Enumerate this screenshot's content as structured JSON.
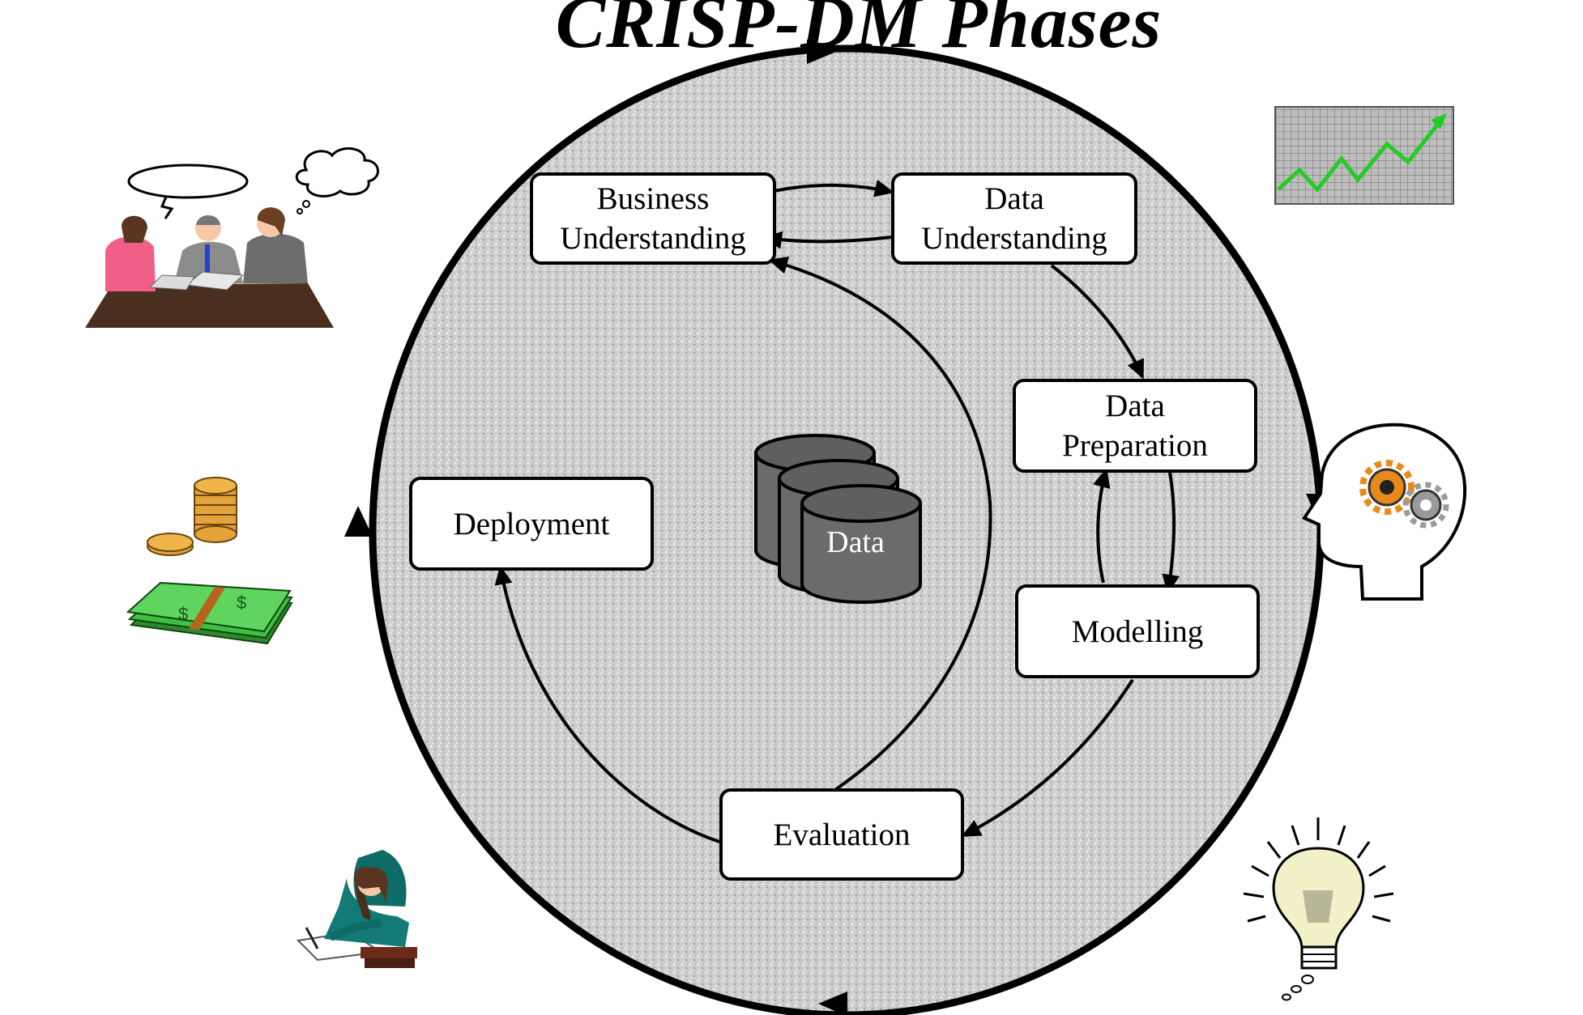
{
  "title": "CRISP-DM Phases",
  "phases": {
    "business_understanding": "Business\nUnderstanding",
    "data_understanding": "Data\nUnderstanding",
    "data_preparation": "Data\nPreparation",
    "modelling": "Modelling",
    "evaluation": "Evaluation",
    "deployment": "Deployment"
  },
  "center": {
    "label": "Data"
  },
  "illustrations": [
    "business-meeting-icon",
    "rising-chart-icon",
    "thinking-head-gears-icon",
    "lightbulb-icon",
    "person-writing-icon",
    "coins-icon",
    "money-stack-icon"
  ],
  "colors": {
    "cycle_fill": "#d6d6d6",
    "box_fill": "#ffffff",
    "cylinder": "#6b6b6b",
    "chart_line": "#22cc22",
    "gear_orange": "#e88a1a",
    "money_green": "#3fbf3f",
    "coin": "#e3a33a"
  }
}
